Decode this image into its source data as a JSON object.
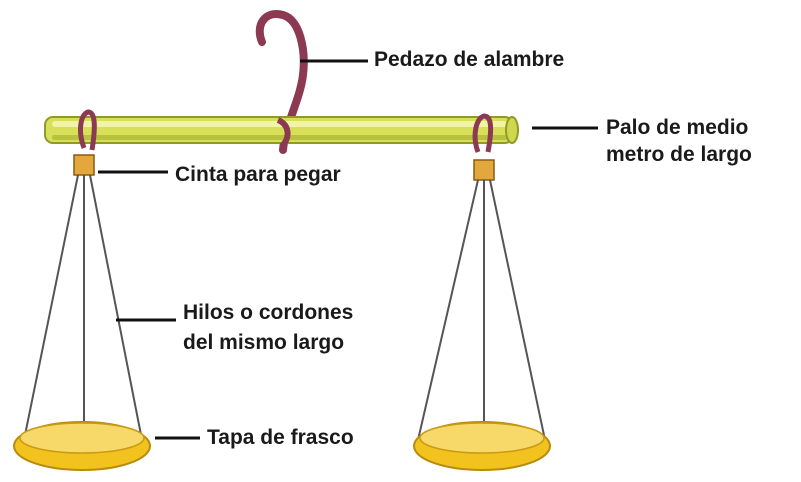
{
  "labels": {
    "wire": "Pedazo de alambre",
    "stick_line1": "Palo de medio",
    "stick_line2": "metro de largo",
    "tape": "Cinta para pegar",
    "threads_line1": "Hilos o cordones",
    "threads_line2": "del mismo largo",
    "lid": "Tapa de frasco"
  },
  "colors": {
    "stick": "#d8e05a",
    "stick_highlight": "#f1f4a4",
    "stick_shadow": "#9aa52e",
    "wire": "#8c3a52",
    "tape": "#e2a83c",
    "thread": "#555555",
    "lid": "#f2c21e",
    "lid_inner": "#f7d96a",
    "leader": "#111111"
  }
}
